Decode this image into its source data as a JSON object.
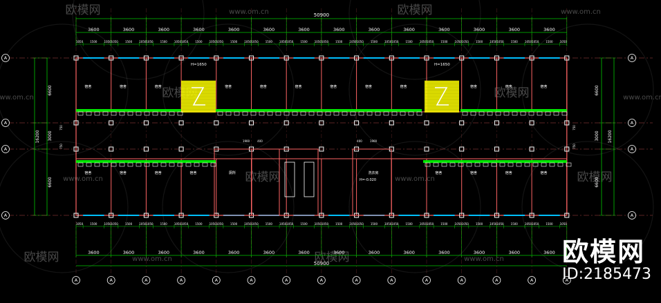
{
  "drawing": {
    "total_width_label": "50900",
    "bay_label": "3600",
    "sub_dims": [
      "1050",
      "1500",
      "1050"
    ],
    "total_depth_label": "16200",
    "depth_segments": [
      "6600",
      "3000",
      "6600"
    ],
    "minor_dims": [
      "750",
      "750"
    ],
    "axis_bubble_label": "A",
    "room_label": "宿舍",
    "stair_elevation": "H=1650",
    "corridor_elevation": "H=-0.020",
    "service_labels": [
      "洗衣房",
      "厕所"
    ],
    "core_dims": [
      "1900",
      "400"
    ]
  },
  "watermark": {
    "brand": "欧模网",
    "site": "www.om.cn",
    "id_text": "ID:2185473"
  },
  "colors": {
    "background": "#000000",
    "wall": "#ff6464",
    "dimension": "#00c800",
    "column": "#ffffff",
    "window": "#00bfff",
    "balcony_rail": "#00ff00",
    "stair": "#ffff00",
    "text": "#ffffff"
  }
}
